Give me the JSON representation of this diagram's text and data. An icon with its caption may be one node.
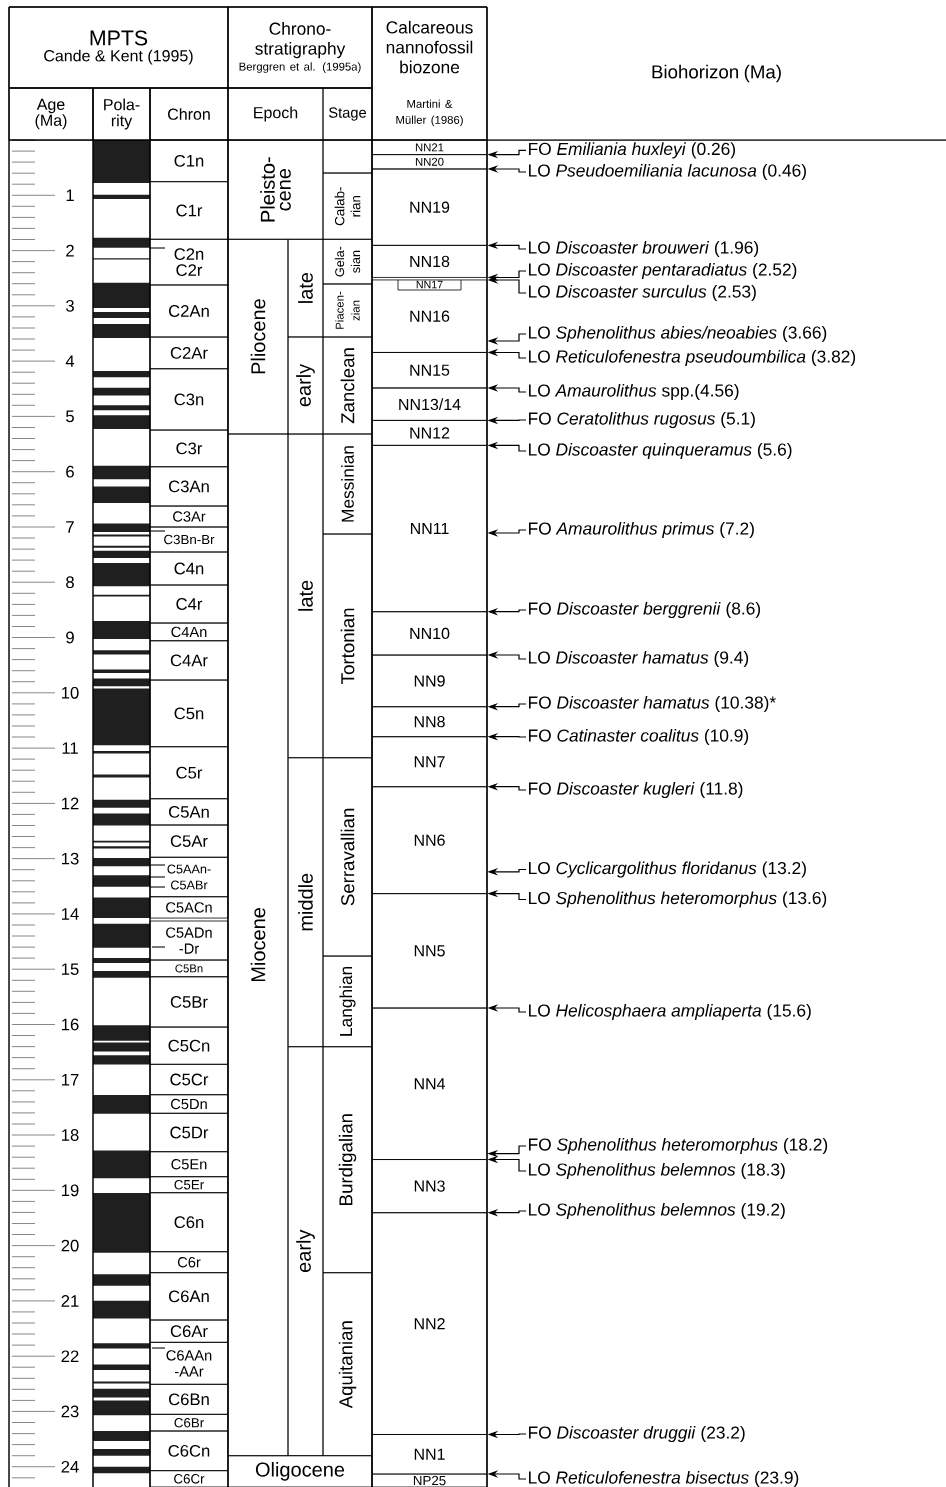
{
  "diagram": {
    "nodes": [
      {
        "text": [
          "MPTS",
          "Cande & Kent (1995)"
        ]
      },
      {
        "text": [
          "Chrono- stratigraphy",
          "Berggren et al. (1995a)"
        ]
      },
      {
        "text": [
          "Calcareous nannofossil biozone",
          "Martini & Müller (1986)"
        ]
      },
      {
        "text": [
          "Biohorizon (Ma)"
        ]
      },
      {
        "text": [
          "Age (Ma)"
        ]
      },
      {
        "text": [
          "Pola- rity"
        ]
      },
      {
        "text": [
          "Chron"
        ]
      },
      {
        "text": [
          "Epoch"
        ]
      },
      {
        "text": [
          "Stage"
        ]
      },
      {
        "text": [
          "C1n"
        ]
      },
      {
        "text": [
          "C1r"
        ]
      },
      {
        "text": [
          "C2n",
          "C2r"
        ]
      },
      {
        "text": [
          "C2An"
        ]
      },
      {
        "text": [
          "C2Ar"
        ]
      },
      {
        "text": [
          "C3n"
        ]
      },
      {
        "text": [
          "C3r"
        ]
      },
      {
        "text": [
          "C3An"
        ]
      },
      {
        "text": [
          "C3Ar"
        ]
      },
      {
        "text": [
          "C3Bn-Br"
        ]
      },
      {
        "text": [
          "C4n"
        ]
      },
      {
        "text": [
          "C4r"
        ]
      },
      {
        "text": [
          "C4An"
        ]
      },
      {
        "text": [
          "C4Ar"
        ]
      },
      {
        "text": [
          "C5n"
        ]
      },
      {
        "text": [
          "C5r"
        ]
      },
      {
        "text": [
          "C5An"
        ]
      },
      {
        "text": [
          "C5Ar"
        ]
      },
      {
        "text": [
          "C5AAn- C5ABr"
        ]
      },
      {
        "text": [
          "C5ACn"
        ]
      },
      {
        "text": [
          "C5ADn -Dr"
        ]
      },
      {
        "text": [
          "C5Bn"
        ]
      },
      {
        "text": [
          "C5Br"
        ]
      },
      {
        "text": [
          "C5Cn"
        ]
      },
      {
        "text": [
          "C5Cr"
        ]
      },
      {
        "text": [
          "C5Dn"
        ]
      },
      {
        "text": [
          "C5Dr"
        ]
      },
      {
        "text": [
          "C5En"
        ]
      },
      {
        "text": [
          "C5Er"
        ]
      },
      {
        "text": [
          "C6n"
        ]
      },
      {
        "text": [
          "C6r"
        ]
      },
      {
        "text": [
          "C6An"
        ]
      },
      {
        "text": [
          "C6Ar"
        ]
      },
      {
        "text": [
          "C6AAn -AAr"
        ]
      },
      {
        "text": [
          "C6Bn"
        ]
      },
      {
        "text": [
          "C6Br"
        ]
      },
      {
        "text": [
          "C6Cn"
        ]
      },
      {
        "text": [
          "C6Cr"
        ]
      },
      {
        "text": [
          "Pleisto- cene"
        ]
      },
      {
        "text": [
          "Pliocene"
        ]
      },
      {
        "text": [
          "late"
        ]
      },
      {
        "text": [
          "early"
        ]
      },
      {
        "text": [
          "Miocene"
        ]
      },
      {
        "text": [
          "late"
        ]
      },
      {
        "text": [
          "middle"
        ]
      },
      {
        "text": [
          "early"
        ]
      },
      {
        "text": [
          "Oligocene"
        ]
      },
      {
        "text": [],
        "shape": "box"
      },
      {
        "text": [
          "Calab- rian"
        ]
      },
      {
        "text": [
          "Gela- sian"
        ]
      },
      {
        "text": [
          "Piacen- zian"
        ]
      },
      {
        "text": [
          "Zanclean"
        ]
      },
      {
        "text": [
          "Messinian"
        ]
      },
      {
        "text": [
          "Tortonian"
        ]
      },
      {
        "text": [
          "Serravallian"
        ]
      },
      {
        "text": [
          "Langhian"
        ]
      },
      {
        "text": [
          "Burdigalian"
        ]
      },
      {
        "text": [
          "Aquitanian"
        ]
      },
      {
        "text": [
          "NN21"
        ]
      },
      {
        "text": [
          "NN20"
        ]
      },
      {
        "text": [
          "NN19"
        ]
      },
      {
        "text": [
          "NN18"
        ]
      },
      {
        "text": [
          "NN17"
        ],
        "in": 72
      },
      {
        "text": [
          "NN16"
        ]
      },
      {
        "text": [
          "NN15"
        ]
      },
      {
        "text": [
          "NN13/14"
        ]
      },
      {
        "text": [
          "NN12"
        ]
      },
      {
        "text": [
          "NN11"
        ]
      },
      {
        "text": [
          "NN10"
        ]
      },
      {
        "text": [
          "NN9"
        ]
      },
      {
        "text": [
          "NN8"
        ]
      },
      {
        "text": [
          "NN7"
        ]
      },
      {
        "text": [
          "NN6"
        ]
      },
      {
        "text": [
          "NN5"
        ]
      },
      {
        "text": [
          "NN4"
        ]
      },
      {
        "text": [
          "NN3"
        ]
      },
      {
        "text": [
          "NN2"
        ]
      },
      {
        "text": [
          "NN1"
        ]
      },
      {
        "text": [
          "NP25"
        ]
      },
      {
        "text": [
          "FO *Emiliania huxleyi* (0.26)"
        ]
      },
      {
        "text": [
          "LO *Pseudoemiliania lacunosa* (0.46)"
        ]
      },
      {
        "text": [
          "LO *Discoaster brouweri* (1.96)"
        ]
      },
      {
        "text": [
          "LO *Discoaster pentaradiatus* (2.52)"
        ]
      },
      {
        "text": [
          "LO *Discoaster surculus* (2.53)"
        ]
      },
      {
        "text": [
          "LO *Sphenolithus abies/neoabies* (3.66)"
        ]
      },
      {
        "text": [
          "LO *Reticulofenestra pseudoumbilica* (3.82)"
        ]
      },
      {
        "text": [
          "LO *Amaurolithus* spp.(4.56)"
        ]
      },
      {
        "text": [
          "FO *Ceratolithus rugosus* (5.1)"
        ]
      },
      {
        "text": [
          "LO *Discoaster quinqueramus* (5.6)"
        ]
      },
      {
        "text": [
          "FO *Amaurolithus primus* (7.2)"
        ]
      },
      {
        "text": [
          "FO *Discoaster berggrenii* (8.6)"
        ]
      },
      {
        "text": [
          "LO *Discoaster hamatus* (9.4)"
        ]
      },
      {
        "text": [
          "FO *Discoaster hamatus* (10.38)*"
        ]
      },
      {
        "text": [
          "FO *Catinaster coalitus* (10.9)"
        ]
      },
      {
        "text": [
          "FO *Discoaster kugleri* (11.8)"
        ]
      },
      {
        "text": [
          "LO *Cyclicargolithus floridanus* (13.2)"
        ]
      },
      {
        "text": [
          "LO *Sphenolithus heteromorphus* (13.6)"
        ]
      },
      {
        "text": [
          "LO *Helicosphaera ampliaperta* (15.6)"
        ]
      },
      {
        "text": [
          "FO *Sphenolithus heteromorphus* (18.2)"
        ]
      },
      {
        "text": [
          "LO *Sphenolithus belemnos* (18.3)"
        ]
      },
      {
        "text": [
          "LO *Sphenolithus belemnos* (19.2)"
        ]
      },
      {
        "text": [
          "FO *Discoaster druggii* (23.2)"
        ]
      },
      {
        "text": [
          "LO *Reticulofenestra bisectus* (23.9)"
        ]
      }
    ],
    "edges": [
      {
        "from": 88,
        "to": 68,
        "arrow": "to"
      },
      {
        "from": 89,
        "to": 68,
        "arrow": "to"
      },
      {
        "from": 90,
        "to": 70,
        "arrow": "to"
      },
      {
        "from": 91,
        "to": 70,
        "arrow": "to"
      },
      {
        "from": 92,
        "to": 70,
        "arrow": "to"
      },
      {
        "from": 93,
        "to": 72,
        "arrow": "to"
      },
      {
        "from": 94,
        "to": 73,
        "arrow": "to"
      },
      {
        "from": 95,
        "to": 74,
        "arrow": "to"
      },
      {
        "from": 96,
        "to": 75,
        "arrow": "to"
      },
      {
        "from": 97,
        "to": 75,
        "arrow": "to"
      },
      {
        "from": 98,
        "to": 76,
        "arrow": "to"
      },
      {
        "from": 99,
        "to": 77,
        "arrow": "to"
      },
      {
        "from": 100,
        "to": 77,
        "arrow": "to"
      },
      {
        "from": 101,
        "to": 79,
        "arrow": "to"
      },
      {
        "from": 102,
        "to": 79,
        "arrow": "to"
      },
      {
        "from": 103,
        "to": 80,
        "arrow": "to"
      },
      {
        "from": 104,
        "to": 81,
        "arrow": "to"
      },
      {
        "from": 105,
        "to": 81,
        "arrow": "to"
      },
      {
        "from": 106,
        "to": 82,
        "arrow": "to"
      },
      {
        "from": 107,
        "to": 84,
        "arrow": "to"
      },
      {
        "from": 108,
        "to": 84,
        "arrow": "to"
      },
      {
        "from": 109,
        "to": 84,
        "arrow": "to"
      },
      {
        "from": 110,
        "to": 86,
        "arrow": "to"
      },
      {
        "from": 111,
        "to": 87,
        "arrow": "to"
      }
    ],
    "labels": [
      "1",
      "2",
      "3",
      "4",
      "5",
      "6",
      "7",
      "8",
      "9",
      "10",
      "11",
      "12",
      "13",
      "14",
      "15",
      "16",
      "17",
      "18",
      "19",
      "20",
      "21",
      "22",
      "23",
      "24"
    ]
  }
}
